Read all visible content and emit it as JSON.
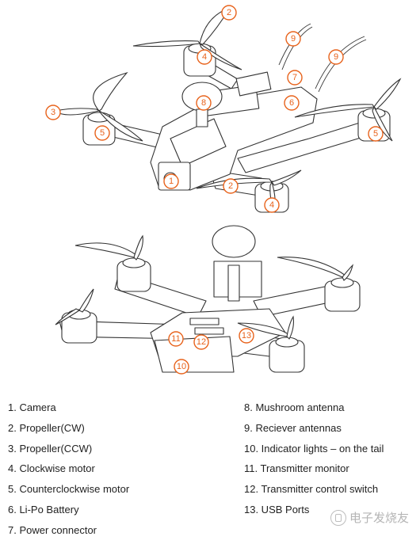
{
  "callouts": {
    "c1": "1",
    "c2a": "2",
    "c2b": "2",
    "c3": "3",
    "c4a": "4",
    "c4b": "4",
    "c5a": "5",
    "c5b": "5",
    "c6": "6",
    "c7": "7",
    "c8": "8",
    "c9a": "9",
    "c9b": "9",
    "c10": "10",
    "c11": "11",
    "c12": "12",
    "c13": "13"
  },
  "legend": {
    "left": [
      "1. Camera",
      "2. Propeller(CW)",
      "3. Propeller(CCW)",
      "4. Clockwise motor",
      "5. Counterclockwise motor",
      "6. Li-Po Battery",
      "7. Power connector"
    ],
    "right": [
      "8. Mushroom antenna",
      "9. Reciever antennas",
      "10. Indicator lights – on the tail",
      "11. Transmitter monitor",
      "12. Transmitter control switch",
      "13. USB Ports"
    ]
  },
  "watermark": "电子发烧友",
  "colors": {
    "callout": "#e8631c",
    "line": "#333333"
  }
}
